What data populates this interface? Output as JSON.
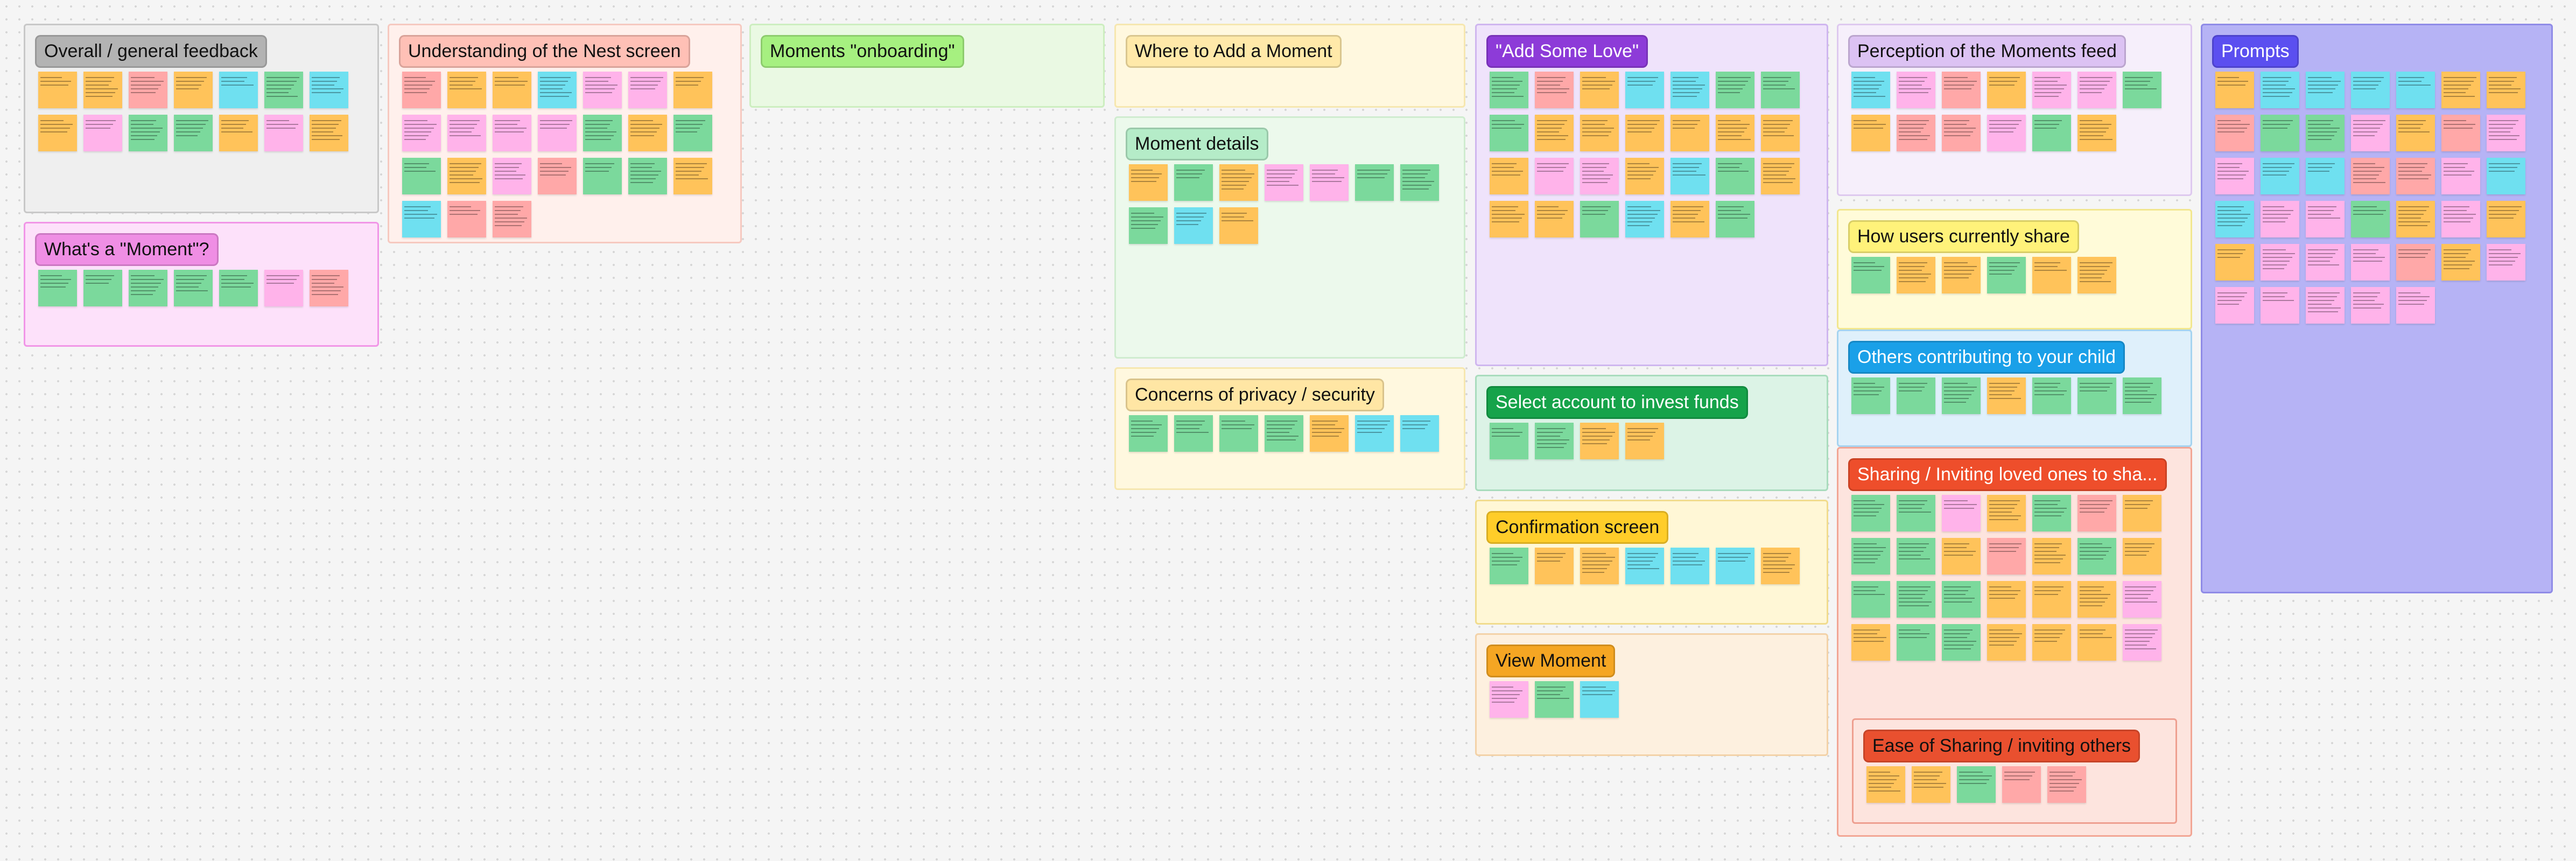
{
  "board": {
    "sections": [
      {
        "id": "overall",
        "title": "Overall / general feedback",
        "bg": "#efefef",
        "border": "#c8c8c8",
        "title_bg": "#b3b3b3",
        "title_color": "#111111",
        "stickies": [
          "#ffc35a",
          "#ffc35a",
          "#ffa8a8",
          "#ffc35a",
          "#6fe0f0",
          "#7bd99c",
          "#6fe0f0",
          "#ffc35a",
          "#ffb3ea",
          "#7bd99c",
          "#7bd99c",
          "#ffc35a",
          "#ffb3ea",
          "#ffc35a"
        ]
      },
      {
        "id": "whats-moment",
        "title": "What's a \"Moment\"?",
        "bg": "#fde1fa",
        "border": "#f196e7",
        "title_bg": "#ef8ee4",
        "title_color": "#111111",
        "stickies": [
          "#7bd99c",
          "#7bd99c",
          "#7bd99c",
          "#7bd99c",
          "#7bd99c",
          "#ffb3ea",
          "#ffa8a8",
          "#7bd99c"
        ]
      },
      {
        "id": "nest-screen",
        "title": "Understanding of the Nest screen",
        "bg": "#fff0ec",
        "border": "#f6c9c0",
        "title_bg": "#ffc0b6",
        "title_color": "#111111",
        "stickies": [
          "#ffa8a8",
          "#ffc35a",
          "#ffc35a",
          "#6fe0f0",
          "#ffb3ea",
          "#ffb3ea",
          "#ffc35a",
          "#ffb3ea",
          "#ffb3ea",
          "#ffb3ea",
          "#ffb3ea",
          "#7bd99c",
          "#ffc35a",
          "#7bd99c",
          "#7bd99c",
          "#ffc35a",
          "#ffb3ea",
          "#ffa8a8",
          "#7bd99c",
          "#7bd99c",
          "#ffc35a",
          "#6fe0f0",
          "#ffa8a8",
          "#ffa8a8"
        ]
      },
      {
        "id": "onboarding",
        "title": "Moments \"onboarding\"",
        "bg": "#eaf9e3",
        "border": "#cdeec0",
        "title_bg": "#a6f080",
        "title_color": "#111111",
        "stickies": [
          "#ffc35a",
          "#6fe0f0",
          "#ffc35a",
          "#6fe0f0",
          "#ffc35a",
          "#6fe0f0",
          "#ffc35a",
          "#6fe0f0"
        ]
      },
      {
        "id": "where-add",
        "title": "Where to Add a Moment",
        "bg": "#fff8df",
        "border": "#f6e7b0",
        "title_bg": "#ffe9a9",
        "title_color": "#111111",
        "stickies": [
          "#ffa8a8",
          "#ffb3ea",
          "#7bd99c",
          "#ffc35a",
          "#6fe0f0",
          "#6fe0f0"
        ]
      },
      {
        "id": "moment-details",
        "title": "Moment details",
        "bg": "#ecf9ec",
        "border": "#cfeccf",
        "title_bg": "#b5ecc8",
        "title_color": "#111111",
        "stickies": [
          "#ffc35a",
          "#7bd99c",
          "#ffc35a",
          "#ffb3ea",
          "#ffb3ea",
          "#7bd99c",
          "#7bd99c",
          "#7bd99c",
          "#6fe0f0",
          "#ffc35a"
        ]
      },
      {
        "id": "privacy",
        "title": "Concerns of privacy / security",
        "bg": "#fff8df",
        "border": "#f6e7b0",
        "title_bg": "#ffe6a4",
        "title_color": "#111111",
        "stickies": [
          "#7bd99c",
          "#7bd99c",
          "#7bd99c",
          "#7bd99c",
          "#ffc35a",
          "#6fe0f0",
          "#6fe0f0",
          "#7bd99c",
          "#7bd99c",
          "#7bd99c",
          "#7bd99c",
          "#7bd99c",
          "#6fe0f0",
          "#6fe0f0"
        ]
      },
      {
        "id": "add-love",
        "title": "\"Add Some Love\"",
        "bg": "#efe3fb",
        "border": "#cfb6ef",
        "title_bg": "#8d3bd8",
        "title_color": "#ffffff",
        "stickies": [
          "#7bd99c",
          "#ffa8a8",
          "#ffc35a",
          "#6fe0f0",
          "#6fe0f0",
          "#7bd99c",
          "#7bd99c",
          "#7bd99c",
          "#ffc35a",
          "#ffc35a",
          "#ffc35a",
          "#ffc35a",
          "#ffc35a",
          "#ffc35a",
          "#ffc35a",
          "#ffb3ea",
          "#ffb3ea",
          "#ffc35a",
          "#6fe0f0",
          "#7bd99c",
          "#ffc35a",
          "#ffc35a",
          "#ffc35a",
          "#7bd99c",
          "#6fe0f0",
          "#ffc35a",
          "#7bd99c"
        ]
      },
      {
        "id": "invest",
        "title": "Select account to invest funds",
        "bg": "#dcf3e6",
        "border": "#a9dcbd",
        "title_bg": "#16a34a",
        "title_color": "#ffffff",
        "stickies": [
          "#7bd99c",
          "#7bd99c",
          "#ffc35a",
          "#ffc35a"
        ]
      },
      {
        "id": "confirmation",
        "title": "Confirmation screen",
        "bg": "#fff7d6",
        "border": "#f1dc8e",
        "title_bg": "#ffcd29",
        "title_color": "#111111",
        "stickies": [
          "#7bd99c",
          "#ffc35a",
          "#ffc35a",
          "#6fe0f0",
          "#6fe0f0",
          "#6fe0f0",
          "#ffc35a",
          "#6fe0f0"
        ]
      },
      {
        "id": "view-moment",
        "title": "View Moment",
        "bg": "#fdf0df",
        "border": "#f3d2a8",
        "title_bg": "#f5a623",
        "title_color": "#111111",
        "stickies": [
          "#ffb3ea",
          "#7bd99c",
          "#6fe0f0"
        ]
      },
      {
        "id": "perception",
        "title": "Perception of the Moments feed",
        "bg": "#f6effb",
        "border": "#dec9ef",
        "title_bg": "#dcc2f3",
        "title_color": "#111111",
        "stickies": [
          "#6fe0f0",
          "#ffb3ea",
          "#ffa8a8",
          "#ffc35a",
          "#ffb3ea",
          "#ffb3ea",
          "#7bd99c",
          "#ffc35a",
          "#ffa8a8",
          "#ffa8a8",
          "#ffb3ea",
          "#7bd99c",
          "#ffc35a"
        ]
      },
      {
        "id": "how-share",
        "title": "How users currently share",
        "bg": "#fffbd9",
        "border": "#f2e78f",
        "title_bg": "#fff27a",
        "title_color": "#111111",
        "stickies": [
          "#7bd99c",
          "#ffc35a",
          "#ffc35a",
          "#7bd99c",
          "#ffc35a",
          "#ffc35a"
        ]
      },
      {
        "id": "others",
        "title": "Others contributing to your child",
        "bg": "#dff0fb",
        "border": "#a6d3f0",
        "title_bg": "#1aa0e8",
        "title_color": "#ffffff",
        "stickies": [
          "#7bd99c",
          "#7bd99c",
          "#7bd99c",
          "#ffc35a",
          "#7bd99c",
          "#7bd99c",
          "#7bd99c",
          "#ffc35a"
        ]
      },
      {
        "id": "sharing",
        "title": "Sharing / Inviting loved ones to sha...",
        "bg": "#fde4de",
        "border": "#f2a695",
        "title_bg": "#ee4e2b",
        "title_color": "#ffffff",
        "stickies": [
          "#7bd99c",
          "#7bd99c",
          "#ffb3ea",
          "#ffc35a",
          "#7bd99c",
          "#ffa8a8",
          "#ffc35a",
          "#7bd99c",
          "#7bd99c",
          "#ffc35a",
          "#ffa8a8",
          "#ffc35a",
          "#7bd99c",
          "#ffc35a",
          "#7bd99c",
          "#7bd99c",
          "#7bd99c",
          "#ffc35a",
          "#ffc35a",
          "#ffc35a",
          "#ffb3ea",
          "#ffc35a",
          "#7bd99c",
          "#7bd99c",
          "#ffc35a",
          "#ffc35a",
          "#ffc35a",
          "#ffb3ea"
        ]
      },
      {
        "id": "ease-sharing",
        "title": "Ease of Sharing / inviting others",
        "bg": "#fde4de",
        "border": "#ee9f90",
        "title_bg": "#e9502f",
        "title_color": "#111111",
        "stickies": [
          "#ffc35a",
          "#ffc35a",
          "#7bd99c",
          "#ffa8a8",
          "#ffa8a8"
        ]
      },
      {
        "id": "prompts",
        "title": "Prompts",
        "bg": "#b6b3f5",
        "border": "#8f8be7",
        "title_bg": "#5b4ff0",
        "title_color": "#ffffff",
        "stickies": [
          "#ffc35a",
          "#6fe0f0",
          "#6fe0f0",
          "#6fe0f0",
          "#6fe0f0",
          "#ffc35a",
          "#ffc35a",
          "#ffa8a8",
          "#7bd99c",
          "#7bd99c",
          "#ffb3ea",
          "#ffc35a",
          "#ffa8a8",
          "#ffb3ea",
          "#ffb3ea",
          "#6fe0f0",
          "#6fe0f0",
          "#ffa8a8",
          "#ffa8a8",
          "#ffb3ea",
          "#6fe0f0",
          "#6fe0f0",
          "#ffb3ea",
          "#ffb3ea",
          "#7bd99c",
          "#ffc35a",
          "#ffb3ea",
          "#ffc35a",
          "#ffc35a",
          "#ffb3ea",
          "#ffb3ea",
          "#ffb3ea",
          "#ffa8a8",
          "#ffc35a",
          "#ffb3ea",
          "#ffb3ea",
          "#ffb3ea",
          "#ffb3ea",
          "#ffb3ea",
          "#ffb3ea"
        ]
      }
    ]
  }
}
